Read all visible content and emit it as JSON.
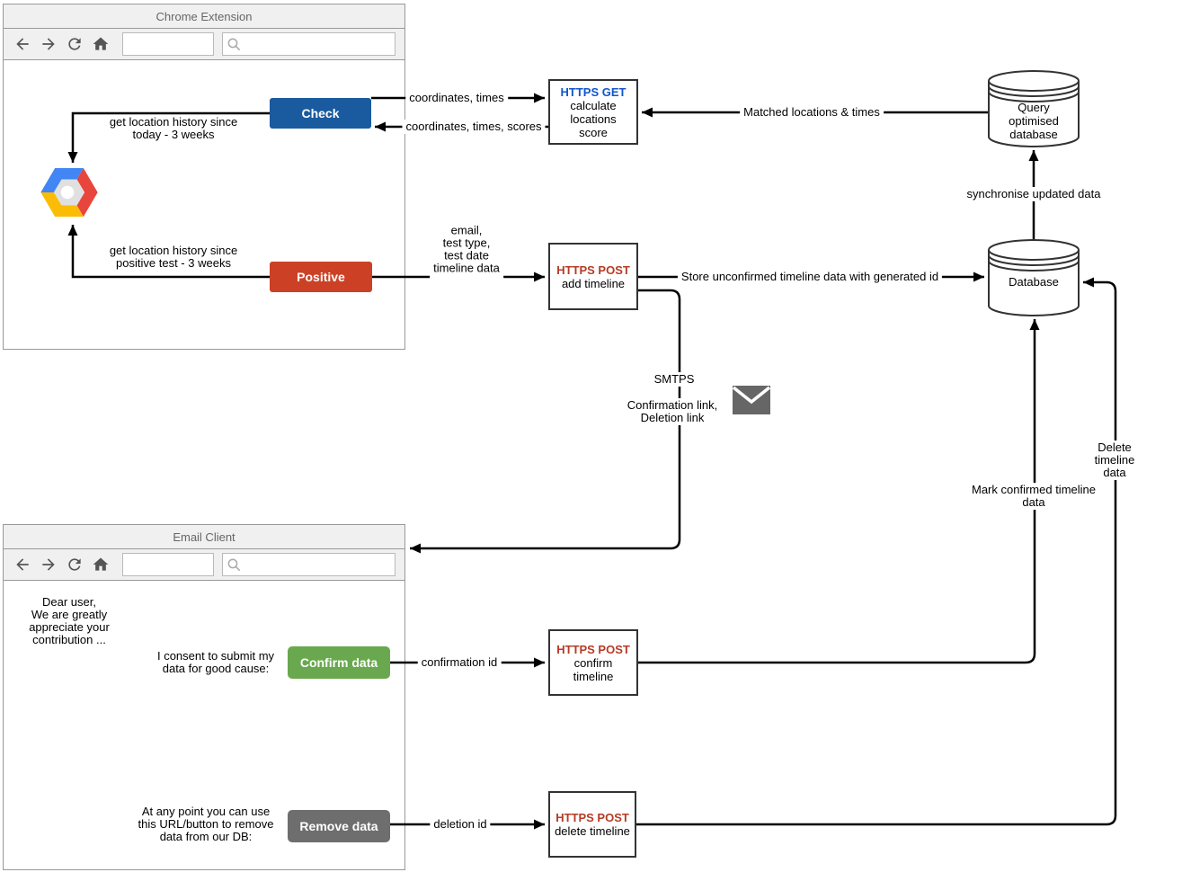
{
  "colors": {
    "check_button": "#1a5a9e",
    "positive_button": "#cc4125",
    "confirm_button": "#6aa84f",
    "remove_button": "#6e6e6e",
    "https_get_text": "#1155cc",
    "https_post_text": "#b63b25",
    "gcp_blue": "#4285f4",
    "gcp_red": "#e8453c",
    "gcp_yellow": "#fbbc05",
    "gcp_gray": "#e0e0e0",
    "envelope_gray": "#666666"
  },
  "icons": {
    "back": "arrow-left",
    "forward": "arrow-right",
    "refresh": "refresh-arrow",
    "home": "home",
    "search": "magnifier",
    "email": "envelope",
    "cloud": "google-cloud-platform-logo"
  },
  "chrome_window": {
    "title": "Chrome Extension",
    "address_value": "",
    "search_value": "",
    "check_button": "Check",
    "positive_button": "Positive"
  },
  "email_window": {
    "title": "Email Client",
    "address_value": "",
    "search_value": "",
    "greeting": "Dear user,\nWe are greatly\nappreciate your\ncontribution ...",
    "consent_text": "I consent to submit my\ndata for good cause:",
    "confirm_button": "Confirm data",
    "remove_text": "At any point you can use\nthis URL/button to remove\ndata from our DB:",
    "remove_button": "Remove data"
  },
  "nodes": {
    "https_get": {
      "title": "HTTPS GET",
      "body": "calculate\nlocations\nscore"
    },
    "https_post_add": {
      "title": "HTTPS POST",
      "body": "add timeline"
    },
    "https_post_confirm": {
      "title": "HTTPS POST",
      "body": "confirm\ntimeline"
    },
    "https_post_delete": {
      "title": "HTTPS POST",
      "body": "delete timeline"
    },
    "query_db": "Query\noptimised\ndatabase",
    "database": "Database"
  },
  "edges": {
    "coordinates_times": "coordinates, times",
    "coordinates_times_scores": "coordinates, times, scores",
    "matched_locations": "Matched locations & times",
    "get_history_today": "get location history since\ntoday - 3 weeks",
    "get_history_positive": "get location history since\npositive test - 3 weeks",
    "email_payload": "email,\ntest type,\ntest date\ntimeline data",
    "store_unconfirmed": "Store unconfirmed timeline data with generated id",
    "synchronise": "synchronise updated data",
    "smtps": "SMTPS",
    "confirmation_deletion_links": "Confirmation link,\nDeletion link",
    "mark_confirmed": "Mark confirmed timeline data",
    "delete_timeline": "Delete timeline data",
    "confirmation_id": "confirmation id",
    "deletion_id": "deletion id"
  }
}
